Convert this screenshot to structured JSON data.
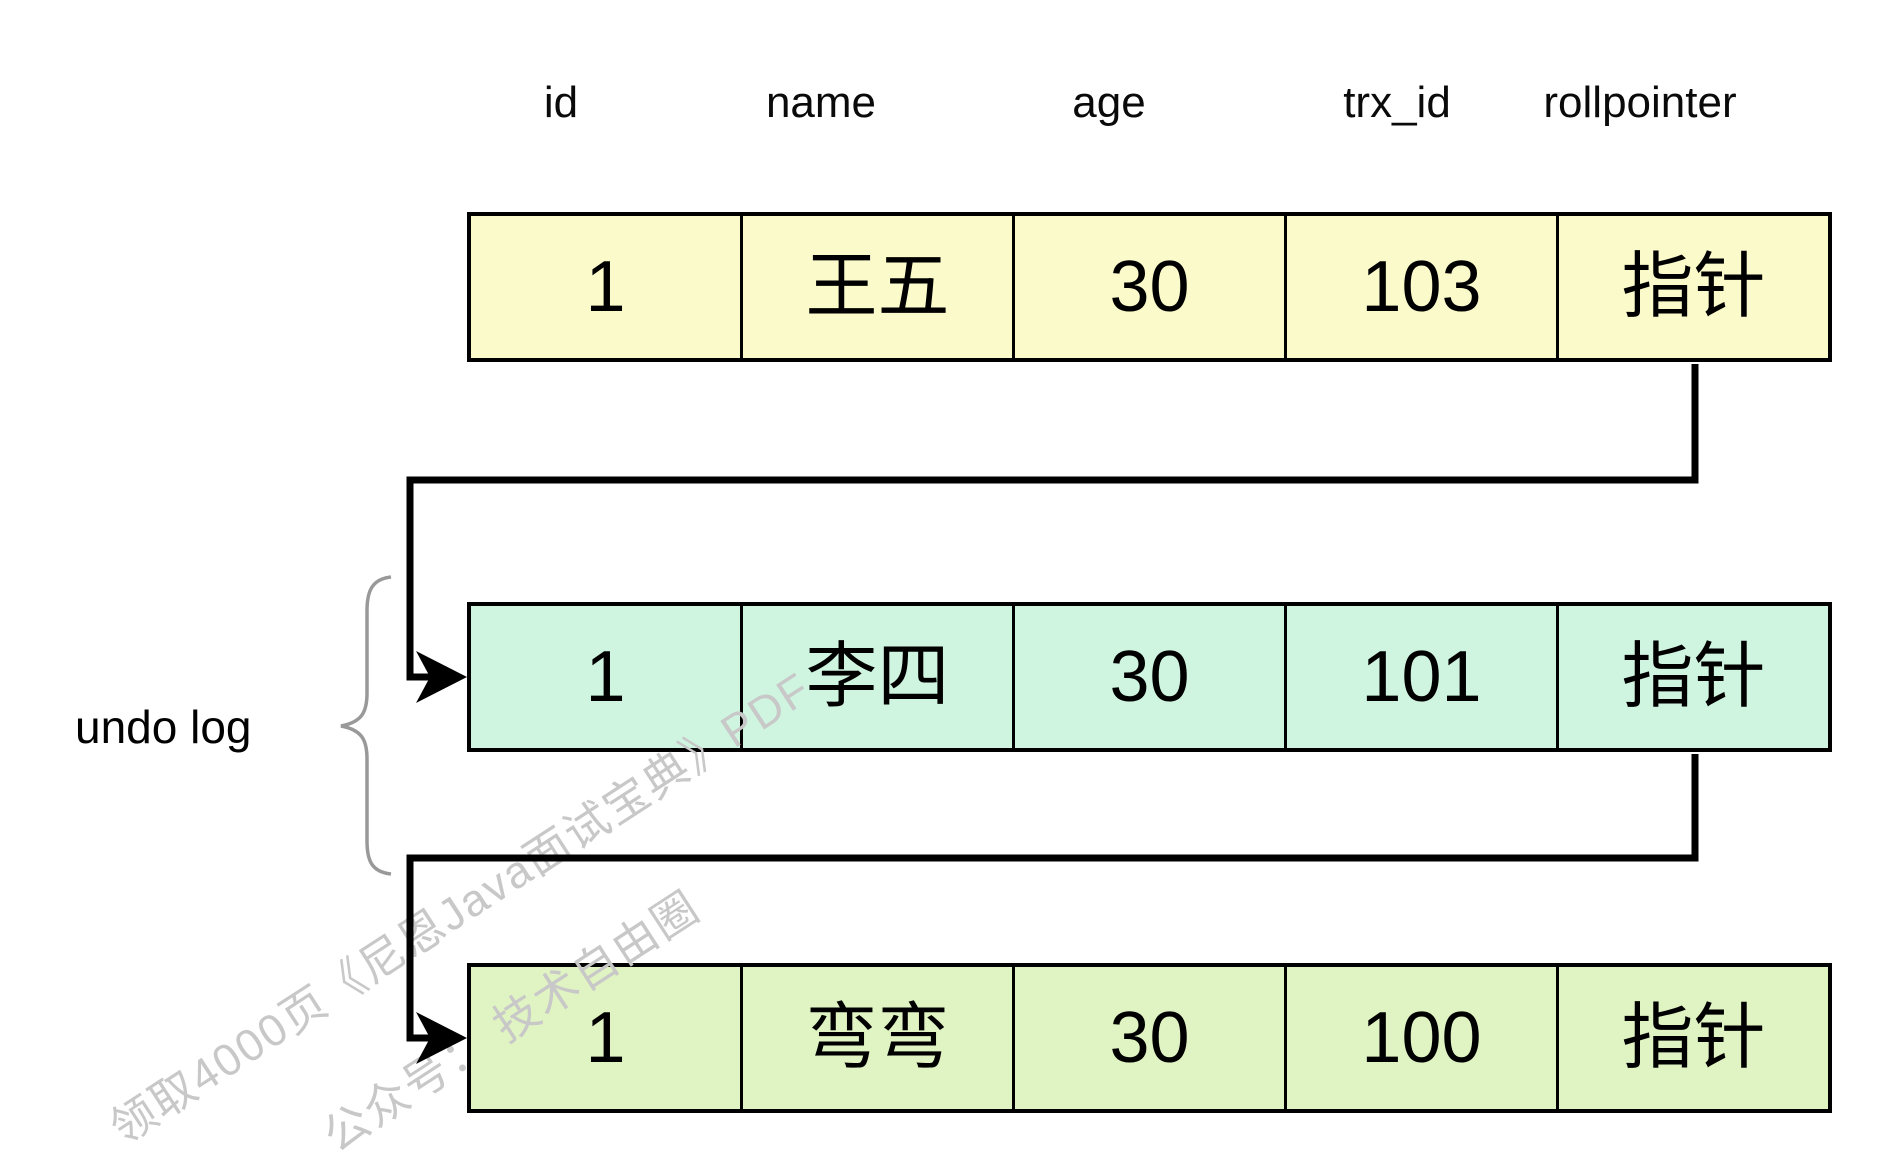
{
  "diagram": {
    "headers": [
      "id",
      "name",
      "age",
      "trx_id",
      "rollpointer"
    ],
    "rows": [
      {
        "id": "1",
        "name": "王五",
        "age": "30",
        "trx_id": "103",
        "rollpointer": "指针",
        "fill": "#FBFACB"
      },
      {
        "id": "1",
        "name": "李四",
        "age": "30",
        "trx_id": "101",
        "rollpointer": "指针",
        "fill": "#CFF5E0"
      },
      {
        "id": "1",
        "name": "弯弯",
        "age": "30",
        "trx_id": "100",
        "rollpointer": "指针",
        "fill": "#E0F3C2"
      }
    ],
    "undo_log_label": "undo log",
    "watermark": {
      "line1": "领取4000页《尼恩Java面试宝典》PDF",
      "line2": "公众号： 技术自由圈"
    },
    "colors": {
      "border": "#000000",
      "arrow": "#000000",
      "brace": "#999999",
      "watermark": "#C8C8C8"
    }
  }
}
